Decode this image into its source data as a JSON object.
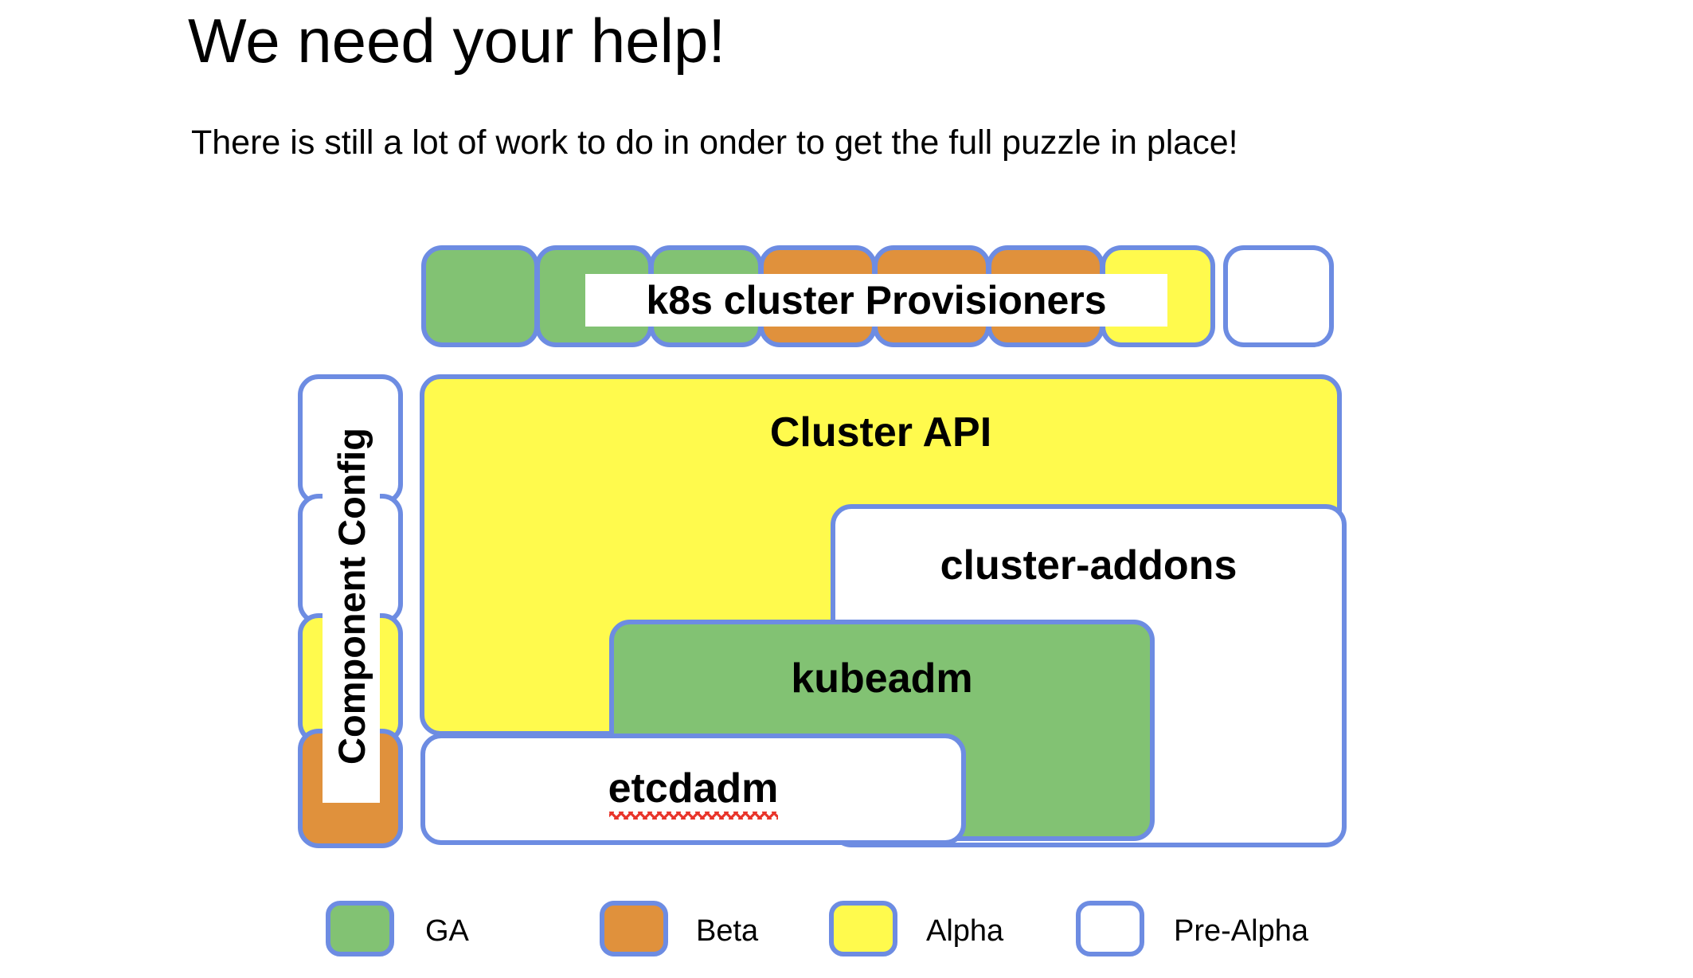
{
  "slide": {
    "title": "We need your help!",
    "subtitle": "There is still a lot of work to do in onder to get the full puzzle in place!"
  },
  "colors": {
    "border_blue": "#6d8ce2",
    "ga_green": "#82c273",
    "beta_orange": "#e0913c",
    "alpha_yellow": "#fffa4d",
    "prealpha_white": "#ffffff",
    "spellcheck_red": "#e8342a",
    "text_black": "#000000",
    "background": "#ffffff"
  },
  "provisioners_row": {
    "label": "k8s cluster Provisioners",
    "pieces": [
      {
        "status": "GA",
        "color_key": "ga_green"
      },
      {
        "status": "GA",
        "color_key": "ga_green"
      },
      {
        "status": "GA",
        "color_key": "ga_green"
      },
      {
        "status": "Beta",
        "color_key": "beta_orange"
      },
      {
        "status": "Beta",
        "color_key": "beta_orange"
      },
      {
        "status": "Beta",
        "color_key": "beta_orange"
      },
      {
        "status": "Alpha",
        "color_key": "alpha_yellow"
      },
      {
        "status": "Pre-Alpha",
        "color_key": "prealpha_white"
      }
    ]
  },
  "component_config_column": {
    "label": "Component Config",
    "pieces": [
      {
        "status": "Pre-Alpha",
        "color_key": "prealpha_white"
      },
      {
        "status": "Pre-Alpha",
        "color_key": "prealpha_white"
      },
      {
        "status": "Alpha",
        "color_key": "alpha_yellow"
      },
      {
        "status": "Beta",
        "color_key": "beta_orange"
      }
    ]
  },
  "main_boxes": {
    "cluster_api": {
      "label": "Cluster API",
      "status": "Alpha"
    },
    "cluster_addons": {
      "label": "cluster-addons",
      "status": "Pre-Alpha"
    },
    "kubeadm": {
      "label": "kubeadm",
      "status": "GA"
    },
    "etcdadm": {
      "label": "etcdadm",
      "status": "Pre-Alpha",
      "spellcheck_underline": true
    }
  },
  "legend": {
    "items": [
      {
        "label": "GA",
        "color_key": "ga_green"
      },
      {
        "label": "Beta",
        "color_key": "beta_orange"
      },
      {
        "label": "Alpha",
        "color_key": "alpha_yellow"
      },
      {
        "label": "Pre-Alpha",
        "color_key": "prealpha_white"
      }
    ]
  }
}
